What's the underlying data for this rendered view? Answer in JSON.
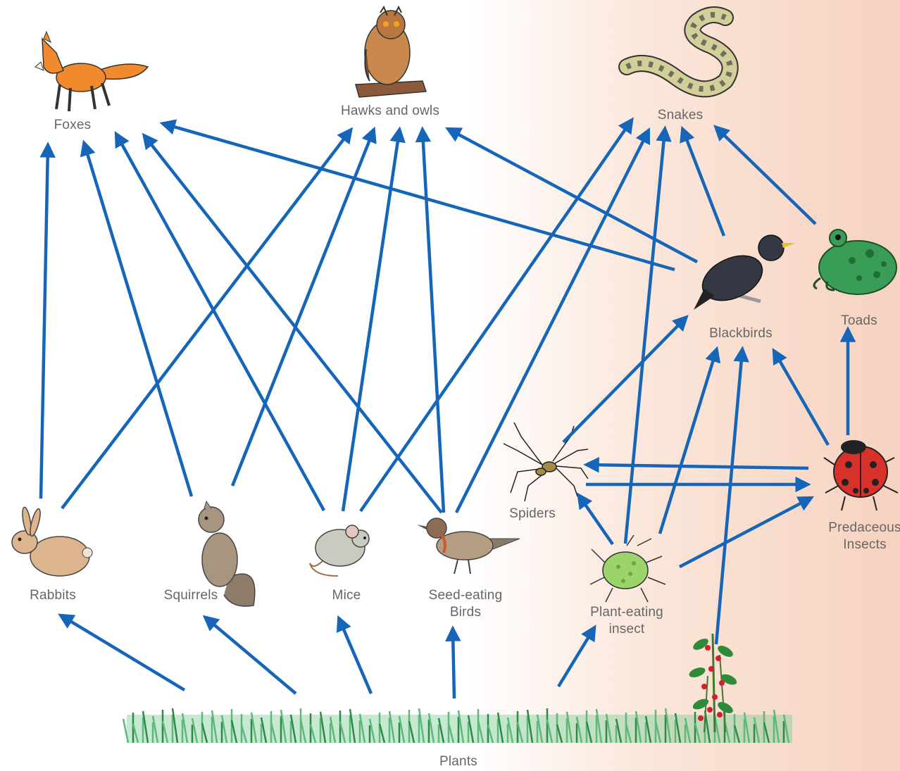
{
  "diagram": {
    "nodes": [
      {
        "id": "foxes",
        "label": "Foxes",
        "icon": "fox-icon"
      },
      {
        "id": "hawks",
        "label": "Hawks and owls",
        "icon": "owl-icon"
      },
      {
        "id": "snakes",
        "label": "Snakes",
        "icon": "snake-icon"
      },
      {
        "id": "blackbirds",
        "label": "Blackbirds",
        "icon": "blackbird-icon"
      },
      {
        "id": "toads",
        "label": "Toads",
        "icon": "toad-icon"
      },
      {
        "id": "spiders",
        "label": "Spiders",
        "icon": "spider-icon"
      },
      {
        "id": "predaceous",
        "label": "Predaceous\nInsects",
        "icon": "ladybug-icon"
      },
      {
        "id": "rabbits",
        "label": "Rabbits",
        "icon": "rabbit-icon"
      },
      {
        "id": "squirrels",
        "label": "Squirrels",
        "icon": "squirrel-icon"
      },
      {
        "id": "mice",
        "label": "Mice",
        "icon": "mouse-icon"
      },
      {
        "id": "seedbirds",
        "label": "Seed-eating\nBirds",
        "icon": "bird-icon"
      },
      {
        "id": "planteating",
        "label": "Plant-eating\ninsect",
        "icon": "aphid-icon"
      },
      {
        "id": "plants",
        "label": "Plants",
        "icon": "grass-icon"
      }
    ],
    "edges": [
      [
        "plants",
        "rabbits"
      ],
      [
        "plants",
        "squirrels"
      ],
      [
        "plants",
        "mice"
      ],
      [
        "plants",
        "seedbirds"
      ],
      [
        "plants",
        "planteating"
      ],
      [
        "plants",
        "blackbirds"
      ],
      [
        "rabbits",
        "foxes"
      ],
      [
        "squirrels",
        "foxes"
      ],
      [
        "mice",
        "foxes"
      ],
      [
        "seedbirds",
        "foxes"
      ],
      [
        "blackbirds",
        "foxes"
      ],
      [
        "rabbits",
        "hawks"
      ],
      [
        "squirrels",
        "hawks"
      ],
      [
        "mice",
        "hawks"
      ],
      [
        "seedbirds",
        "hawks"
      ],
      [
        "blackbirds",
        "hawks"
      ],
      [
        "mice",
        "snakes"
      ],
      [
        "seedbirds",
        "snakes"
      ],
      [
        "planteating",
        "snakes"
      ],
      [
        "blackbirds",
        "snakes"
      ],
      [
        "toads",
        "snakes"
      ],
      [
        "spiders",
        "blackbirds"
      ],
      [
        "planteating",
        "blackbirds"
      ],
      [
        "predaceous",
        "blackbirds"
      ],
      [
        "predaceous",
        "toads"
      ],
      [
        "predaceous",
        "spiders"
      ],
      [
        "spiders",
        "predaceous"
      ],
      [
        "planteating",
        "spiders"
      ],
      [
        "planteating",
        "predaceous"
      ]
    ],
    "colors": {
      "arrow": "#1565b8",
      "label": "#666666"
    }
  }
}
